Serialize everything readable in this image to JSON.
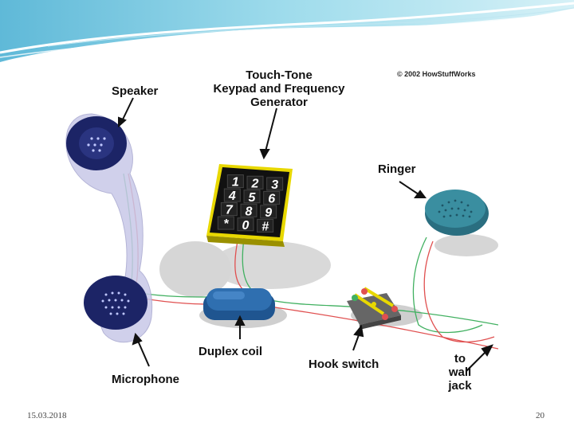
{
  "diagram": {
    "copyright": "© 2002 HowStuffWorks",
    "labels": {
      "speaker": "Speaker",
      "touch_tone_line1": "Touch-Tone",
      "touch_tone_line2": "Keypad and Frequency",
      "touch_tone_line3": "Generator",
      "ringer": "Ringer",
      "duplex_coil": "Duplex coil",
      "hook_switch": "Hook switch",
      "microphone": "Microphone",
      "to_wall_jack_line1": "to",
      "to_wall_jack_line2": "wall",
      "to_wall_jack_line3": "jack"
    },
    "keypad_keys": [
      "1",
      "2",
      "3",
      "4",
      "5",
      "6",
      "7",
      "8",
      "9",
      "*",
      "0",
      "#"
    ]
  },
  "footer": {
    "date": "15.03.2018",
    "page_number": "20"
  },
  "colors": {
    "banner": "#7cc8e0",
    "keypad_border": "#e8d800",
    "wire_red": "#e05050",
    "wire_green": "#40b060",
    "handset": "#c8c8e8",
    "ringer": "#2a6e80",
    "duplex_coil": "#2f6fb0"
  }
}
